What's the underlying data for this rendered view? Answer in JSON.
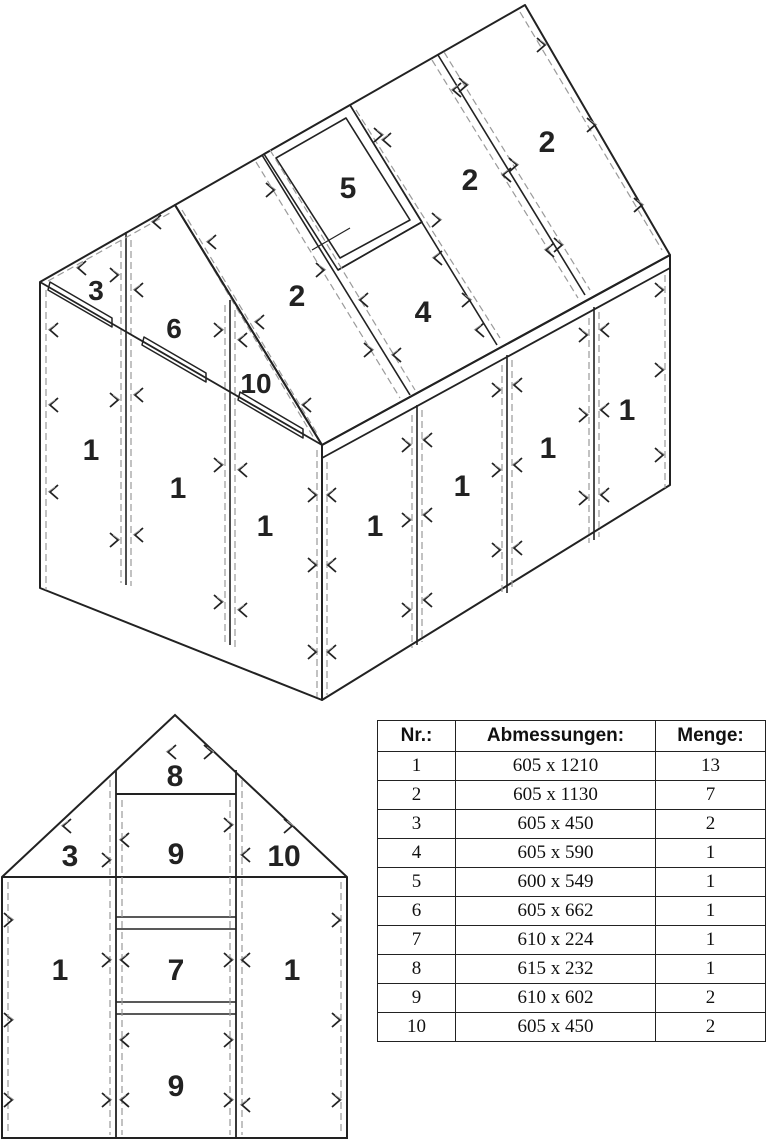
{
  "labels": {
    "iso_front": [
      "3",
      "6",
      "10",
      "1",
      "1",
      "1"
    ],
    "iso_side": [
      "1",
      "1",
      "1",
      "1"
    ],
    "iso_roof": [
      "2",
      "5",
      "2",
      "2",
      "4"
    ],
    "front_view": [
      "8",
      "3",
      "9",
      "10",
      "1",
      "7",
      "1",
      "9"
    ]
  },
  "table": {
    "headers": [
      "Nr.:",
      "Abmessungen:",
      "Menge:"
    ],
    "rows": [
      [
        "1",
        "605 x 1210",
        "13"
      ],
      [
        "2",
        "605 x 1130",
        "7"
      ],
      [
        "3",
        "605 x 450",
        "2"
      ],
      [
        "4",
        "605 x 590",
        "1"
      ],
      [
        "5",
        "600 x 549",
        "1"
      ],
      [
        "6",
        "605 x 662",
        "1"
      ],
      [
        "7",
        "610 x 224",
        "1"
      ],
      [
        "8",
        "615 x 232",
        "1"
      ],
      [
        "9",
        "610 x 602",
        "2"
      ],
      [
        "10",
        "605 x 450",
        "2"
      ]
    ]
  }
}
